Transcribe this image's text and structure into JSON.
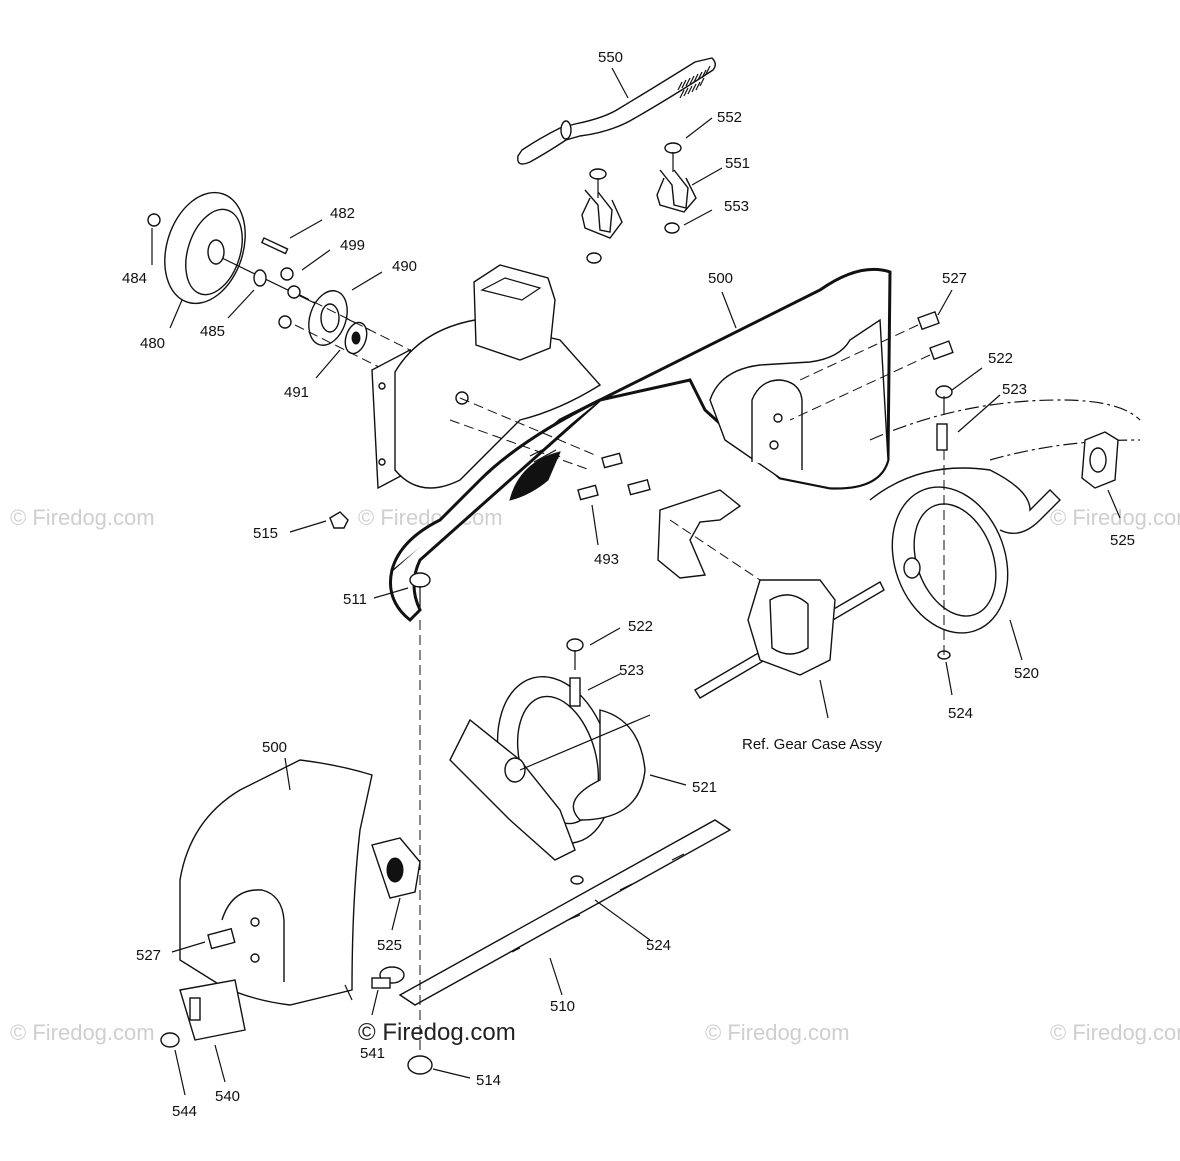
{
  "diagram": {
    "labels": [
      {
        "id": "550",
        "text": "550"
      },
      {
        "id": "552",
        "text": "552"
      },
      {
        "id": "551",
        "text": "551"
      },
      {
        "id": "553",
        "text": "553"
      },
      {
        "id": "482",
        "text": "482"
      },
      {
        "id": "499",
        "text": "499"
      },
      {
        "id": "490",
        "text": "490"
      },
      {
        "id": "484",
        "text": "484"
      },
      {
        "id": "480",
        "text": "480"
      },
      {
        "id": "485",
        "text": "485"
      },
      {
        "id": "491",
        "text": "491"
      },
      {
        "id": "500a",
        "text": "500"
      },
      {
        "id": "527a",
        "text": "527"
      },
      {
        "id": "522a",
        "text": "522"
      },
      {
        "id": "523a",
        "text": "523"
      },
      {
        "id": "525a",
        "text": "525"
      },
      {
        "id": "515",
        "text": "515"
      },
      {
        "id": "493",
        "text": "493"
      },
      {
        "id": "511",
        "text": "511"
      },
      {
        "id": "522b",
        "text": "522"
      },
      {
        "id": "523b",
        "text": "523"
      },
      {
        "id": "520",
        "text": "520"
      },
      {
        "id": "524a",
        "text": "524"
      },
      {
        "id": "ref",
        "text": "Ref. Gear Case Assy"
      },
      {
        "id": "500b",
        "text": "500"
      },
      {
        "id": "521",
        "text": "521"
      },
      {
        "id": "527b",
        "text": "527"
      },
      {
        "id": "525b",
        "text": "525"
      },
      {
        "id": "524b",
        "text": "524"
      },
      {
        "id": "510",
        "text": "510"
      },
      {
        "id": "541",
        "text": "541"
      },
      {
        "id": "514",
        "text": "514"
      },
      {
        "id": "544",
        "text": "544"
      },
      {
        "id": "540",
        "text": "540"
      }
    ],
    "watermark_main": "© Firedog.com",
    "watermark_faint": "© Firedog.com"
  }
}
